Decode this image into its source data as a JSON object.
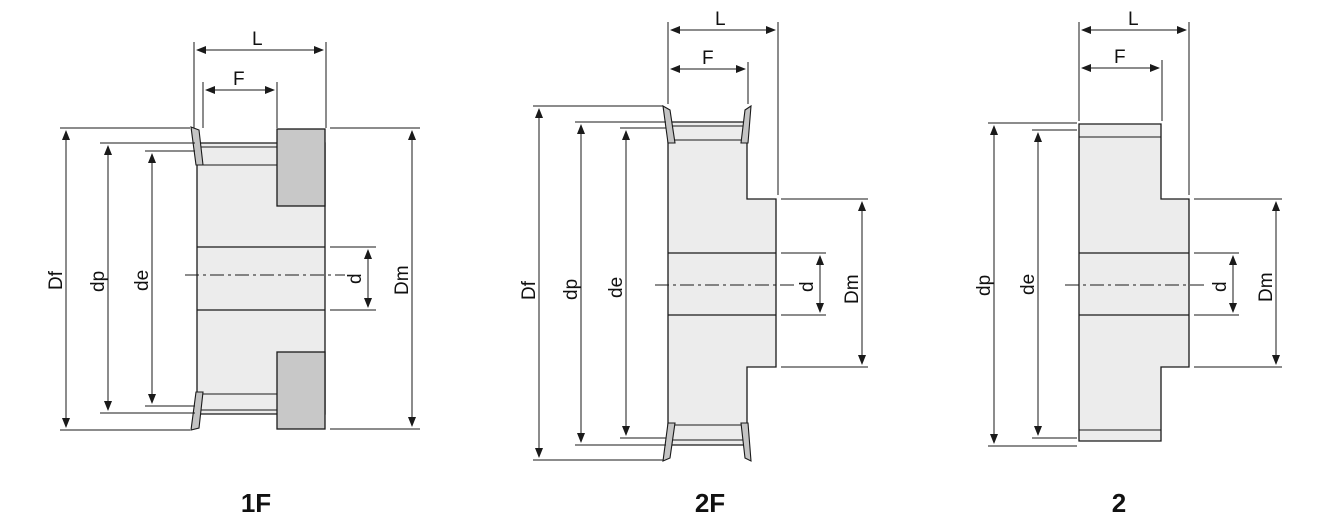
{
  "labels": {
    "L": "L",
    "F": "F",
    "Df": "Df",
    "dp": "dp",
    "de": "de",
    "d": "d",
    "Dm": "Dm"
  },
  "captions": [
    "1F",
    "2F",
    "2"
  ]
}
